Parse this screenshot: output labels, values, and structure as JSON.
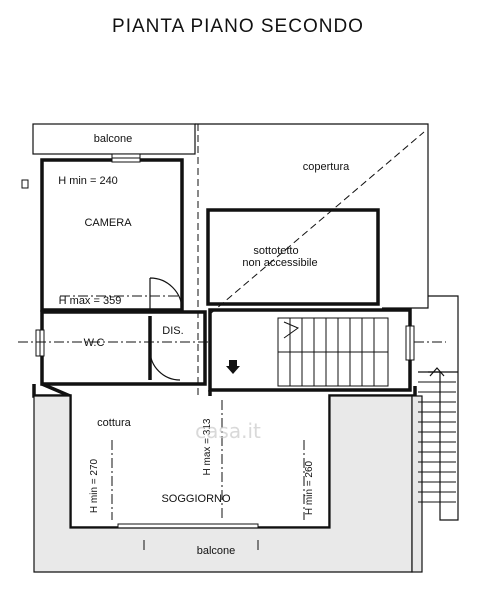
{
  "title": "PIANTA PIANO SECONDO",
  "labels": {
    "balcone_top": "balcone",
    "copertura": "copertura",
    "camera_hmin": "H min = 240",
    "camera": "CAMERA",
    "sottotetto_1": "sottotetto",
    "sottotetto_2": "non accessibile",
    "camera_hmax": "H max = 359",
    "wc": "W.C",
    "dis": "DIS.",
    "cottura": "cottura",
    "hmax_313": "H max = 313",
    "hmin_270": "H min = 270",
    "hmin_260": "H min = 260",
    "soggiorno": "SOGGIORNO",
    "balcone_bottom": "balcone",
    "watermark": "casa.it"
  },
  "icons": [
    "arrow-down-icon",
    "stair-arrow-up-icon"
  ]
}
